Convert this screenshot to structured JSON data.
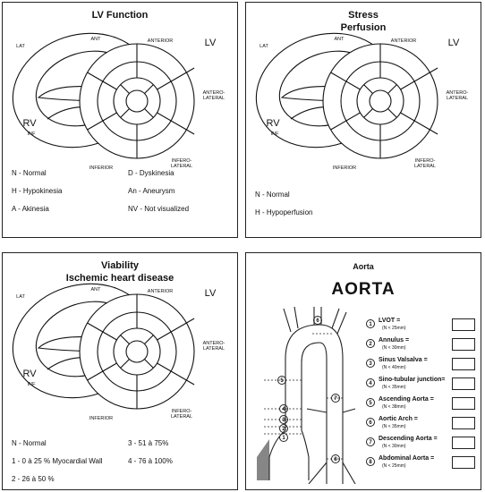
{
  "lv_function": {
    "title": "LV Function",
    "labels": {
      "lat": "LAT",
      "ant": "ANT",
      "anterior": "ANTERIOR",
      "lv": "LV",
      "rv": "RV",
      "inf": "INF",
      "inferior": "INFERIOR",
      "antero_lateral": "ANTERO-\nLATERAL",
      "infero_lateral": "INFERO-\nLATERAL"
    },
    "legend": [
      "N - Normal",
      "H - Hypokinesia",
      "A - Akinesia",
      "D - Dyskinesia",
      "An - Aneurysm",
      "NV - Not visualized"
    ]
  },
  "stress": {
    "title_line1": "Stress",
    "title_line2": "Perfusion",
    "legend": [
      "N - Normal",
      "H - Hypoperfusion"
    ]
  },
  "viability": {
    "title_line1": "Viability",
    "title_line2": "Ischemic heart disease",
    "legend": [
      "N - Normal",
      "1 - 0 à 25 % Myocardial Wall",
      "2 - 26 à 50 %",
      "3 - 51 à 75%",
      "4 - 76 à 100%"
    ]
  },
  "aorta": {
    "title": "Aorta",
    "big_title": "AORTA",
    "items": [
      {
        "num": "1",
        "label": "LVOT =",
        "sub": "(N < 25mm)"
      },
      {
        "num": "2",
        "label": "Annulus =",
        "sub": "(N < 30mm)"
      },
      {
        "num": "3",
        "label": "Sinus Valsalva =",
        "sub": "(N < 40mm)"
      },
      {
        "num": "4",
        "label": "Sino-tubular junction=",
        "sub": "(N < 35mm)"
      },
      {
        "num": "5",
        "label": "Ascending Aorta =",
        "sub": "(N < 38mm)"
      },
      {
        "num": "6",
        "label": "Aortic Arch =",
        "sub": "(N < 35mm)"
      },
      {
        "num": "7",
        "label": "Descending Aorta =",
        "sub": "(N < 30mm)"
      },
      {
        "num": "8",
        "label": "Abdominal Aorta =",
        "sub": "(N < 25mm)"
      }
    ]
  }
}
